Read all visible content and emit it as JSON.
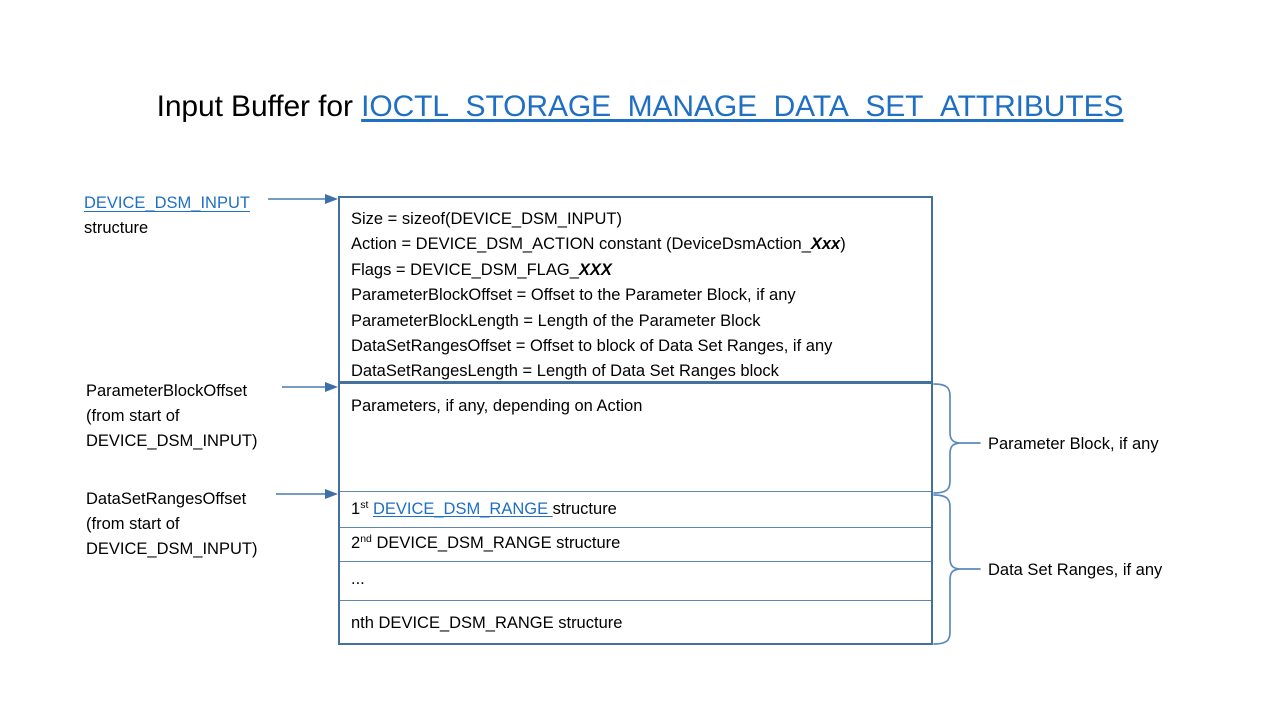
{
  "title": {
    "prefix": "Input Buffer for ",
    "link": "IOCTL_STORAGE_MANAGE_DATA_SET_ATTRIBUTES"
  },
  "left_labels": {
    "dsm_input": {
      "link": "DEVICE_DSM_INPUT",
      "line2": "structure"
    },
    "parameter_block_offset": {
      "line1": "ParameterBlockOffset",
      "line2": "(from start of",
      "line3": "DEVICE_DSM_INPUT)"
    },
    "data_set_ranges_offset": {
      "line1": "DataSetRangesOffset",
      "line2": "(from start of",
      "line3": "DEVICE_DSM_INPUT)"
    }
  },
  "buffer": {
    "header_fields": {
      "size": "Size  = sizeof(DEVICE_DSM_INPUT)",
      "action_pre": "Action = DEVICE_DSM_ACTION  constant (DeviceDsmAction_",
      "action_italic": "Xxx",
      "action_post": ")",
      "flags_pre": "Flags = DEVICE_DSM_FLAG_",
      "flags_italic": "XXX",
      "parameter_block_offset": "ParameterBlockOffset  = Offset to the Parameter Block, if any",
      "parameter_block_length": "ParameterBlockLength  = Length of the Parameter  Block",
      "data_set_ranges_offset": "DataSetRangesOffset  = Offset to block of Data Set Ranges, if any",
      "data_set_ranges_length": "DataSetRangesLength  = Length of Data Set Ranges block"
    },
    "parameters_block": {
      "text": "Parameters, if any, depending on Action"
    },
    "ranges": [
      {
        "ordinal": "1",
        "ordinal_suffix": "st",
        "link": "DEVICE_DSM_RANGE ",
        "suffix": "structure"
      },
      {
        "ordinal": "2",
        "ordinal_suffix": "nd",
        "plain": " DEVICE_DSM_RANGE  structure"
      },
      {
        "plain": "..."
      },
      {
        "plain": "nth DEVICE_DSM_RANGE  structure"
      }
    ]
  },
  "right_labels": {
    "parameter_block": "Parameter Block, if any",
    "data_set_ranges": "Data Set Ranges, if any"
  },
  "colors": {
    "link_blue": "#1F6FC4",
    "box_border": "#44709D",
    "row_separator": "#5F86AC",
    "arrow_blue": "#4A7BAE",
    "brace_blue": "#5B8AC0",
    "text_black": "#000000",
    "background": "#FFFFFF"
  }
}
